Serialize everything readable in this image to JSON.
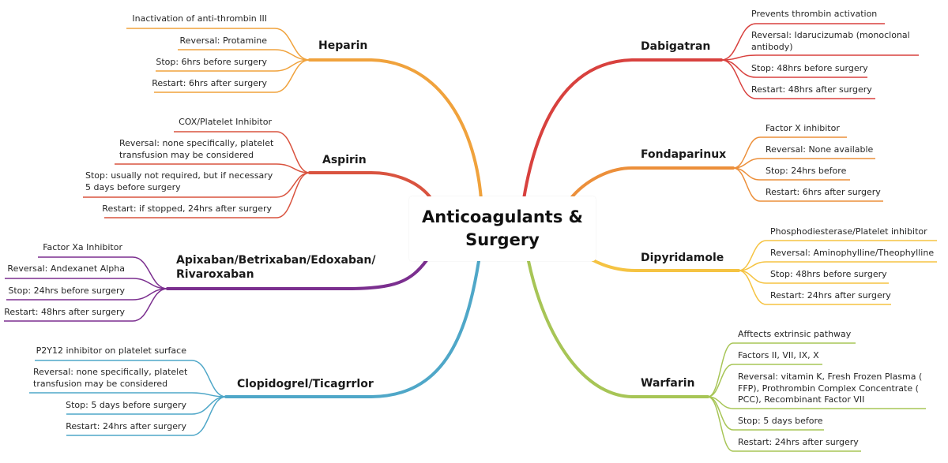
{
  "central": {
    "title": "Anticoagulants &\nSurgery"
  },
  "branches": {
    "heparin": {
      "label": "Heparin",
      "color": "#f0a23c",
      "items": [
        "Inactivation of anti-thrombin III",
        "Reversal: Protamine",
        "Stop: 6hrs before surgery",
        "Restart: 6hrs after surgery"
      ]
    },
    "aspirin": {
      "label": "Aspirin",
      "color": "#d9533f",
      "items": [
        "COX/Platelet Inhibitor",
        "Reversal: none specifically, platelet\ntransfusion may be considered",
        "Stop: usually not required, but if necessary\n5 days before surgery",
        "Restart: if stopped, 24hrs after surgery"
      ]
    },
    "apixaban": {
      "label": "Apixaban/Betrixaban/Edoxaban/\nRivaroxaban",
      "color": "#7b2f8f",
      "items": [
        "Factor Xa Inhibitor",
        "Reversal: Andexanet Alpha",
        "Stop: 24hrs before surgery",
        "Restart: 48hrs after surgery"
      ]
    },
    "clopidogrel": {
      "label": "Clopidogrel/Ticagrrlor",
      "color": "#4fa7c8",
      "items": [
        "P2Y12 inhibitor on platelet surface",
        "Reversal: none specifically, platelet\ntransfusion may be considered",
        "Stop: 5 days before surgery",
        "Restart: 24hrs after surgery"
      ]
    },
    "dabigatran": {
      "label": "Dabigatran",
      "color": "#d8413e",
      "items": [
        "Prevents thrombin activation",
        "Reversal: Idarucizumab (monoclonal\nantibody)",
        "Stop: 48hrs before surgery",
        "Restart: 48hrs after surgery"
      ]
    },
    "fondaparinux": {
      "label": "Fondaparinux",
      "color": "#ec8f3a",
      "items": [
        "Factor X inhibitor",
        "Reversal: None available",
        "Stop: 24hrs before",
        "Restart: 6hrs after surgery"
      ]
    },
    "dipyridamole": {
      "label": "Dipyridamole",
      "color": "#f5c342",
      "items": [
        "Phosphodiesterase/Platelet inhibitor",
        "Reversal: Aminophylline/Theophylline",
        "Stop: 48hrs before surgery",
        "Restart: 24hrs after surgery"
      ]
    },
    "warfarin": {
      "label": "Warfarin",
      "color": "#a7c556",
      "items": [
        "Afftects extrinsic pathway",
        "Factors II, VII, IX, X",
        "Reversal: vitamin K, Fresh Frozen Plasma (\nFFP), Prothrombin Complex Concentrate (\nPCC), Recombinant Factor VII",
        "Stop: 5 days before",
        "Restart: 24hrs after surgery"
      ]
    }
  }
}
